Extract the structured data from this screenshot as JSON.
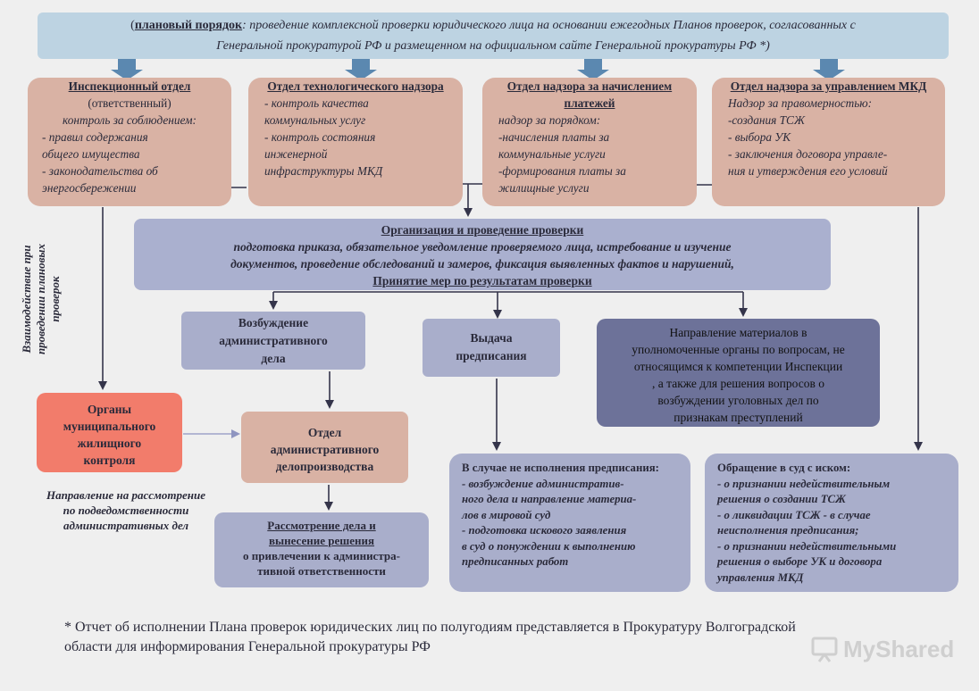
{
  "banner": {
    "prefix": "(",
    "term": "плановый порядок",
    "line1": ": проведение комплексной проверки юридического лица на основании ежегодных Планов проверок, согласованных с",
    "line2": "Генеральной прокуратурой РФ и размещенном на официальном сайте Генеральной прокуратуры РФ",
    "mark": " *)"
  },
  "departments": [
    {
      "title": "Инспекционный отдел",
      "lines": [
        "(ответственный)",
        "контроль за соблюдением:",
        "-  правил содержания",
        "общего имущества",
        "- законодательства об",
        "энергосбережении"
      ]
    },
    {
      "title": "Отдел технологического надзора",
      "lines": [
        "- контроль качества",
        "коммунальных услуг",
        "- контроль состояния",
        "инженерной",
        "инфраструктуры МКД"
      ]
    },
    {
      "title": "Отдел надзора за начислением платежей",
      "lines": [
        "надзор за порядком:",
        "-начисления платы за",
        "коммунальные услуги",
        "-формирования платы за",
        "жилищные услуги"
      ]
    },
    {
      "title": "Отдел надзора за управлением МКД",
      "lines": [
        "Надзор за правомерностью:",
        "-создания ТСЖ",
        "- выбора УК",
        "- заключения договора управле-",
        "ния и утверждения его условий"
      ]
    }
  ],
  "organization": {
    "title": "Организация и проведение проверки",
    "line1": "подготовка приказа, обязательное уведомление проверяемого лица, истребование и изучение",
    "line2": "документов, проведение обследований и замеров, фиксация выявленных фактов и нарушений,",
    "measures": "Принятие мер по результатам проверки"
  },
  "initiation": {
    "lines": [
      "Возбуждение",
      "административного",
      "дела"
    ]
  },
  "order": {
    "lines": [
      "Выдача",
      "предписания"
    ]
  },
  "materials": {
    "lines": [
      "Направление материалов в",
      "уполномоченные органы по вопросам, не",
      "относящимся к компетенции Инспекции",
      ", а также для решения вопросов о",
      "возбуждении уголовных дел по",
      "признакам преступлений"
    ]
  },
  "municipal": {
    "lines": [
      "Органы",
      "муниципального",
      "жилищного",
      "контроля"
    ]
  },
  "adm_department": {
    "lines": [
      "Отдел",
      "административного",
      "делопроизводства"
    ]
  },
  "case_review": {
    "title1": "Рассмотрение дела и",
    "title2": "вынесение решения",
    "line1": "о привлечении к администра-",
    "line2": "тивной ответственности"
  },
  "non_execution": {
    "title": "В случае не исполнения предписания:",
    "lines": [
      "-      возбуждение административ-",
      "ного дела и направление материа-",
      "лов в мировой суд",
      "-      подготовка искового заявления",
      "в суд о понуждении к выполнению",
      "предписанных работ"
    ]
  },
  "court": {
    "title": "Обращение в суд с иском:",
    "lines": [
      "-   о признании недействительным",
      "решения о создании ТСЖ",
      "-  о ликвидации ТСЖ - в случае",
      "неисполнения предписания;",
      "-      о признании недействительными",
      "решения о выборе УК и договора",
      "управления МКД"
    ]
  },
  "side_note": {
    "lines": [
      "Направление на рассмотрение",
      "по подведомственности",
      "административных дел"
    ]
  },
  "vertical_label": {
    "line1": "Взаимодействие при",
    "line2": "проведении плановых",
    "line3": "проверок"
  },
  "footnote": {
    "line1": "* Отчет об исполнении Плана проверок юридических лиц по полугодиям  представляется в Прокуратуру Волгоградской",
    "line2": "области для информирования Генеральной прокуратуры РФ"
  },
  "watermark": {
    "text": "MyShared",
    "icon": "presentation-board-icon"
  },
  "colors": {
    "banner": "#bdd3e2",
    "department": "#d9b2a4",
    "process": "#a9aecb",
    "materials": "#6d7299",
    "municipal": "#f27c6b",
    "arrow_block": "#5b88b0",
    "connector": "#34344a"
  }
}
